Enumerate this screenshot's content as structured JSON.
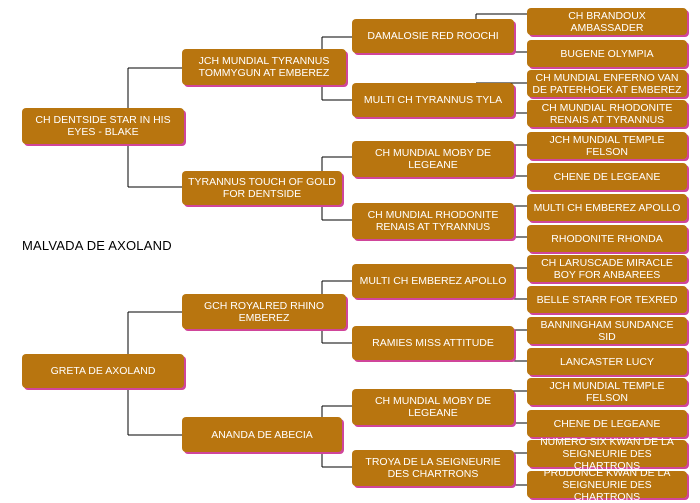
{
  "subject": "MALVADA DE AXOLAND",
  "sire": {
    "name": "CH DENTSIDE STAR IN HIS EYES - BLAKE",
    "sire": {
      "name": "JCH MUNDIAL TYRANNUS TOMMYGUN AT EMBEREZ",
      "sire": {
        "name": "DAMALOSIE RED ROOCHI",
        "sire": {
          "name": "CH BRANDOUX AMBASSADER"
        },
        "dam": {
          "name": "BUGENE OLYMPIA"
        }
      },
      "dam": {
        "name": "MULTI CH TYRANNUS TYLA",
        "sire": {
          "name": "CH MUNDIAL ENFERNO VAN DE PATERHOEK AT EMBEREZ"
        },
        "dam": {
          "name": "CH MUNDIAL RHODONITE RENAIS AT TYRANNUS"
        }
      }
    },
    "dam": {
      "name": "TYRANNUS TOUCH OF GOLD FOR DENTSIDE",
      "sire": {
        "name": "CH MUNDIAL MOBY DE LEGEANE",
        "sire": {
          "name": "JCH MUNDIAL TEMPLE FELSON"
        },
        "dam": {
          "name": "CHENE DE LEGEANE"
        }
      },
      "dam": {
        "name": "CH MUNDIAL RHODONITE RENAIS AT TYRANNUS",
        "sire": {
          "name": "MULTI CH EMBEREZ APOLLO"
        },
        "dam": {
          "name": "RHODONITE RHONDA"
        }
      }
    }
  },
  "dam": {
    "name": "GRETA DE AXOLAND",
    "sire": {
      "name": "GCH ROYALRED RHINO EMBEREZ",
      "sire": {
        "name": "MULTI CH EMBEREZ APOLLO",
        "sire": {
          "name": "CH LARUSCADE MIRACLE BOY FOR ANBAREES"
        },
        "dam": {
          "name": "BELLE STARR FOR TEXRED"
        }
      },
      "dam": {
        "name": "RAMIES MISS ATTITUDE",
        "sire": {
          "name": "BANNINGHAM SUNDANCE SID"
        },
        "dam": {
          "name": "LANCASTER LUCY"
        }
      }
    },
    "dam": {
      "name": "ANANDA DE ABECIA",
      "sire": {
        "name": "CH MUNDIAL MOBY DE LEGEANE",
        "sire": {
          "name": "JCH MUNDIAL TEMPLE FELSON"
        },
        "dam": {
          "name": "CHENE DE LEGEANE"
        }
      },
      "dam": {
        "name": "TROYA DE LA SEIGNEURIE DES CHARTRONS",
        "sire": {
          "name": "NUMERO SIX KWAN DE LA SEIGNEURIE DES CHARTRONS"
        },
        "dam": {
          "name": "PRUDUNCE KWAN DE LA SEIGNEURIE DES CHARTRONS"
        }
      }
    }
  },
  "colors": {
    "node_fill": "#b8750f",
    "node_text": "#ffffff",
    "node_shadow": "#d0459a",
    "line": "#000000"
  }
}
